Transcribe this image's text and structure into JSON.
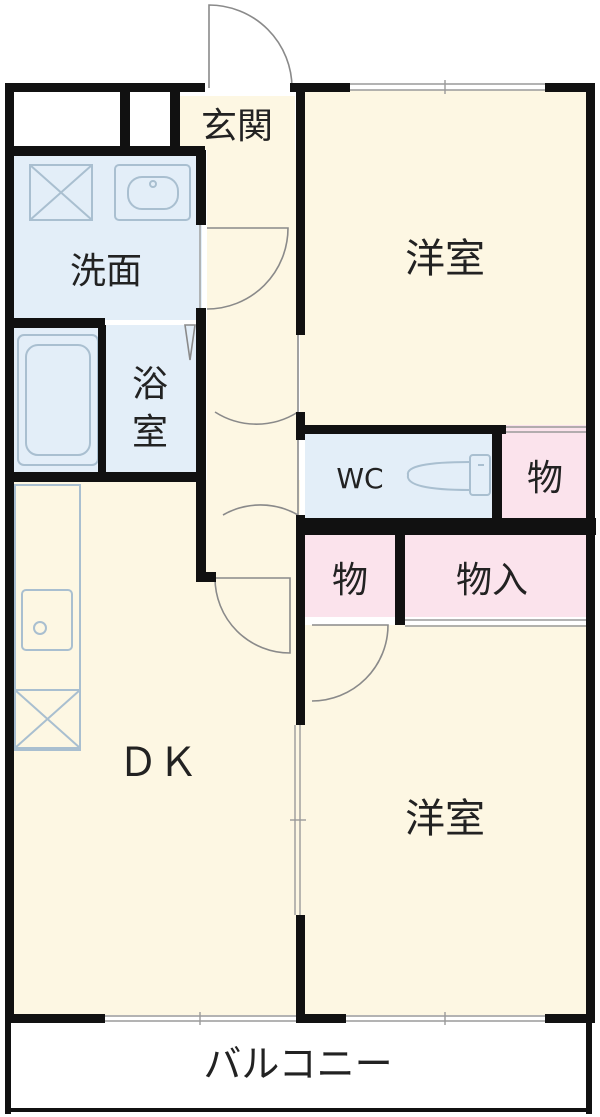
{
  "rooms": {
    "entrance": "玄関",
    "washroom": "洗面",
    "bath_top": "浴",
    "bath_bottom": "室",
    "western_1": "洋室",
    "wc": "WC",
    "storage_1": "物",
    "storage_2": "物",
    "closet": "物入",
    "dk": "ＤＫ",
    "western_2": "洋室",
    "balcony": "バルコニー"
  },
  "colors": {
    "wall": "#111111",
    "living": "#fdf7e3",
    "water": "#e3eef8",
    "storage": "#fbe3ec",
    "fixture": "#a9bfd0",
    "door": "#8a8a8a"
  }
}
